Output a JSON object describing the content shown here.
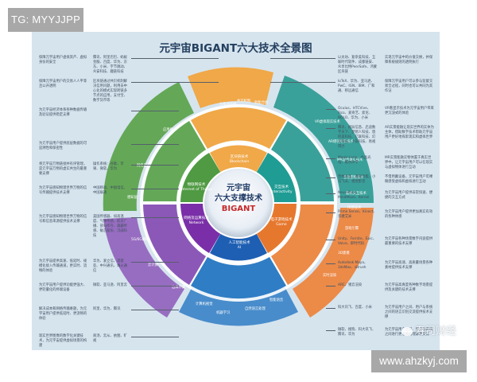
{
  "watermarks": {
    "top_left": "TG: MYYJJPP",
    "bottom_right": "www.ahzkyj.com",
    "wechat": "寿司财经"
  },
  "title": "元宇宙BIGANT六大技术全景图",
  "center": {
    "line1": "元宇宙",
    "line2": "六大支撑技术",
    "line3": "BIGANT"
  },
  "colors": {
    "blockchain": "#f0a848",
    "interactivity": "#3aa19a",
    "game": "#ec8a48",
    "ai": "#2f7dc4",
    "network": "#8c58b8",
    "iot": "#64a857",
    "center_text": "#1e3a66",
    "bigant": "#c42a2a",
    "background": "#d6e4ee"
  },
  "inner_segments": [
    {
      "key": "blockchain",
      "cn": "区块链技术",
      "en": "Blockchain"
    },
    {
      "key": "interactivity",
      "cn": "交互技术",
      "en": "Interactivity"
    },
    {
      "key": "game",
      "cn": "电子游戏技术",
      "en": "Game"
    },
    {
      "key": "ai",
      "cn": "人工智能技术",
      "en": "AI"
    },
    {
      "key": "network",
      "cn": "网络及运算技术",
      "en": "Network"
    },
    {
      "key": "iot",
      "cn": "物联网技术",
      "en": "Internet of Things"
    }
  ],
  "outer_labels": {
    "blockchain": [
      "分布式存储",
      "共识机制",
      "智能合约",
      "哈希算法",
      "分布式账本",
      "数字签名"
    ],
    "interactivity": [
      "VR虚拟现实技术",
      "AR增强现实技术",
      "MR混合现实技术",
      "全息影像技术",
      "脑机交互技术",
      "传感技术"
    ],
    "game": [
      "游戏引擎",
      "3D建模",
      "实时渲染"
    ],
    "ai": [
      "计算机视觉",
      "机器学习",
      "自然语言处理",
      "智能语音"
    ],
    "network": [
      "5G/6G网络",
      "云计算",
      "边缘计算"
    ],
    "iot": [
      "感知层",
      "网络层",
      "应用层"
    ]
  },
  "left_notes": [
    {
      "desc": "保障元宇宙用户虚拟资产、虚拟身份的安全",
      "vendors": "腾讯、阿里巴巴、蚂蚁金服、百度、华为、京东、小米、字节跳动、众安科技、趣链科技"
    },
    {
      "desc": "保障元宇宙用户的交易人人平等且公开透明",
      "vendors": "区块链通过共识机制解决信用问题，利用去中心化的模式实现跨链多节点的应用，支付宝、数字货币等"
    },
    {
      "desc": "为元宇宙经济体系各种数据传输及验证提供稳定支撑",
      "vendors": ""
    },
    {
      "desc": "为元宇宙用户提供底层数据的可追溯性和保密性",
      "vendors": ""
    },
    {
      "desc": "将元宇宙万物链接并有序管理，是元宇宙万物的虚实共生的最重要支撑",
      "vendors": "操作系统：谷歌、苹果、微软、华为"
    },
    {
      "desc": "为元宇宙感知物理世界万物的信号传输提供技术支撑",
      "vendors": "中国移动、中国电信、中国联通"
    },
    {
      "desc": "为元宇宙感知物理世界万物的信号和信息来源提供技术支撑",
      "vendors": "美国传感器、如高温度、气体传感、航天广播、部分库存、森霸传感、敏芯股份、汉威科技"
    },
    {
      "desc": "为元宇宙提供高速、低延时、规模化接入传输通道，更实时、流畅的体验",
      "vendors": "华为、爱立信、诺基亚、中兴通讯、烽火通信"
    },
    {
      "desc": "为元宇宙用户提供功能更强大、更轻量化的终端设备",
      "vendors": "微软、亚马逊、阿里云"
    },
    {
      "desc": "解决成本和网络传输难题，为元宇宙用户提供低延时、更流畅的体验",
      "vendors": "阿里、华为、腾讯"
    },
    {
      "desc": "现实世界图像的数字化关键技术，为元宇宙提供虚拟场景的构建",
      "vendors": "商汤、云从、依图、旷视"
    },
    {
      "desc": "为元宇宙中所有系统和角色达到或超过人类学习水平提供技术支撑，极大地影响元宇宙的运行效率和智慧化程度",
      "vendors": "JPT3、StyleGAN、ACE框架"
    }
  ],
  "right_notes": [
    {
      "vendors": "以太坊、复杂美科技、互联时代软件、成都链安、众享比特PeerSafe、鸿蒙区块链",
      "desc": "实现元宇宙中的价值交换，并保障系统规则的透明执行"
    },
    {
      "vendors": "IoTeX、华为、亚马逊、PwC、IGN、IBM、广和通、移远通信",
      "desc": "保障元宇宙用户可以参与监督交易全过程，同时也可以共同为其作证"
    },
    {
      "vendors": "Oculus、HTCVive、Pico、爱奇艺、索尼、NOLO、华为、小米",
      "desc": "VR看显示技术为元宇宙用户带来更沉浸式的体验"
    },
    {
      "vendors": "腾讯、视辰信息、启迪数字天下、梦想人科技、悠的美科技、亿联科技、幻实科技、小冒科技、易视得力",
      "desc": "AR实景能融让现实世界的实体为主体，借助数字技术帮助元宇宙用户更好地探索现实和虚拟世界"
    },
    {
      "vendors": "Magic Leap、水晶光电、歌尔声学",
      "desc": "MR实景能融实物体置于真实世界中，让元宇宙用户可以在现实与虚拟物体进行互动"
    },
    {
      "vendors": "普林光电、雅思智能、小马飞天、视觉影音",
      "desc": "不借用戴设备，元宇宙用户可裸眼感受虚拟和虚拟进行互动"
    },
    {
      "vendors": "NeuroPace、MindMaze、Kernel",
      "desc": "为元宇宙用户提供非常快速、便捷的交互方式"
    },
    {
      "vendors": "Prime Sense、Kinect、华捷艾米",
      "desc": "为元宇宙用户提供更加真实有效的各种体感"
    },
    {
      "vendors": "Unity、Fornite、Epic、Valve、即时代码",
      "desc": "为元宇宙各种场景数字内容提供最重要的技术支撑"
    },
    {
      "vendors": "Autodesk Maya、3dsMax、zBrush",
      "desc": "为元宇宙高速、高质量场景各种素材提供技术支撑"
    },
    {
      "vendors": "ARC、猪云渲染",
      "desc": "为元宇宙高真度各种数字场景提供及关键的技术支撑"
    },
    {
      "vendors": "科大讯飞、百度、小米",
      "desc": "为元宇宙用户之间、用户与系统之间的语言识别交流提供技术支撑"
    },
    {
      "vendors": "微软、搜狗、科大讯飞、腾讯、华为",
      "desc": "为元宇宙用户之间、用户与系统之间进行更准确的理解和交流"
    }
  ]
}
